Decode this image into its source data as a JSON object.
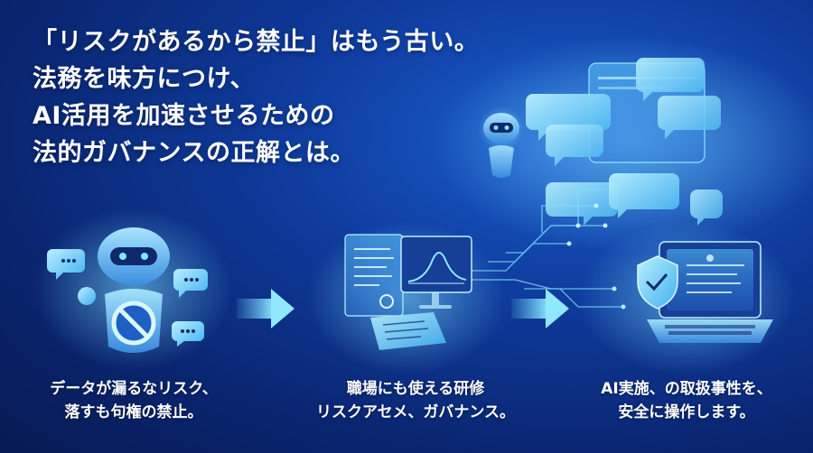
{
  "headline": {
    "line1": "「リスクがあるから禁止」はもう古い。",
    "line2": "法務を味方につけ、",
    "line3": "AI活用を加速させるための",
    "line4": "法的ガバナンスの正解とは。"
  },
  "steps": [
    {
      "line1": "データが漏るなリスク、",
      "line2": "落すも句権の禁止。",
      "icon": "prohibited-robot-icon"
    },
    {
      "line1": "職場にも使える研修",
      "line2": "リスクアセメ、ガバナンス。",
      "icon": "documents-monitor-icon"
    },
    {
      "line1": "AI実施、の取扱事性を、",
      "line2": "安全に操作します。",
      "icon": "secure-laptop-icon"
    }
  ],
  "colors": {
    "background": "#0a2672",
    "accent": "#4fd1ff",
    "glow": "#8fe4ff"
  }
}
